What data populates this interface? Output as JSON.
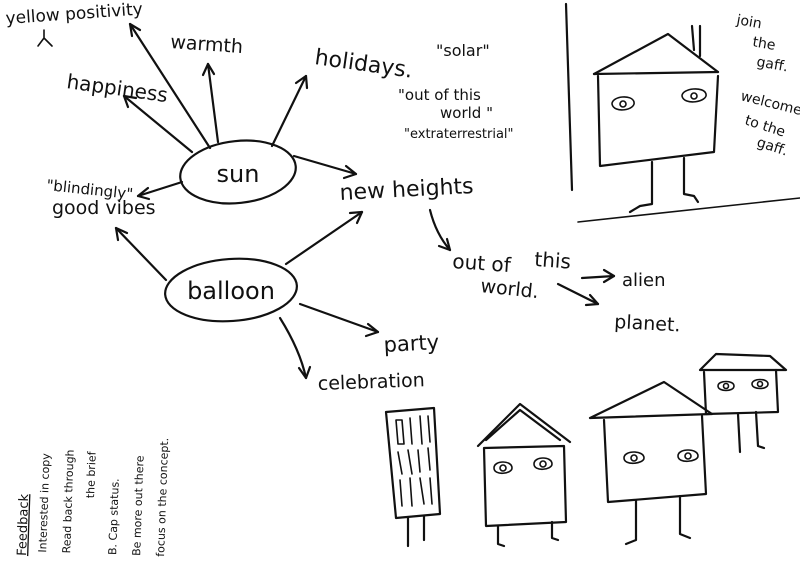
{
  "mindmap": {
    "hub_sun": "sun",
    "hub_balloon": "balloon",
    "yellow_positivity": "yellow positivity",
    "warmth": "warmth",
    "happiness": "happiness",
    "holidays": "holidays.",
    "solar": "\"solar\"",
    "out_of_this_world_1": "\"out of this",
    "out_of_this_world_2": "world \"",
    "extraterrestrial": "\"extraterrestrial\"",
    "blindingly": "\"blindingly\"",
    "good_vibes": "good vibes",
    "new_heights": "new heights",
    "out_of": "out of",
    "this": "this",
    "world": "world.",
    "alien": "alien",
    "planet": "planet.",
    "party": "party",
    "celebration": "celebration"
  },
  "sketch_notes": {
    "join_1": "join",
    "join_2": "the",
    "join_3": "gaff.",
    "welcome_1": "welcome",
    "welcome_2": "to the",
    "welcome_3": "gaff."
  },
  "feedback": {
    "heading": "Feedback",
    "line1": "Interested in copy",
    "line2": "Read back through",
    "line3": "the brief",
    "line4": "B. Cap status.",
    "line5": "Be more out there",
    "line6": "focus on the concept."
  }
}
